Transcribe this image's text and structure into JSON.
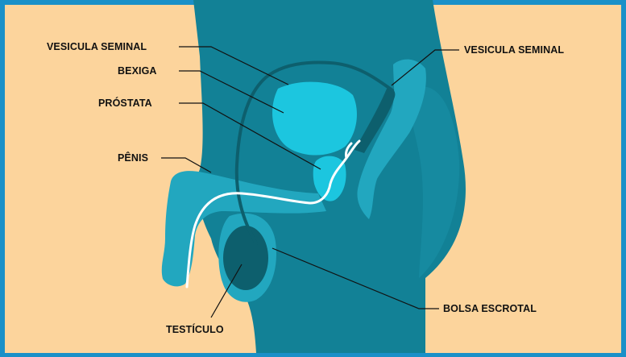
{
  "colors": {
    "background": "#fcd49c",
    "frame": "#1a90c8",
    "body": "#128196",
    "light_organ": "#1cc6df",
    "medium_organ": "#22a7bf",
    "dark_organ": "#0d5f6d",
    "duct": "#ffffff",
    "leader_line": "#111111"
  },
  "labels": {
    "vesicula_seminal_left": "VESICULA SEMINAL",
    "bexiga": "BEXIGA",
    "prostata": "PRÓSTATA",
    "penis": "PÊNIS",
    "testiculo": "TESTÍCULO",
    "vesicula_seminal_right": "VESICULA SEMINAL",
    "bolsa_escrotal": "BOLSA ESCROTAL"
  }
}
